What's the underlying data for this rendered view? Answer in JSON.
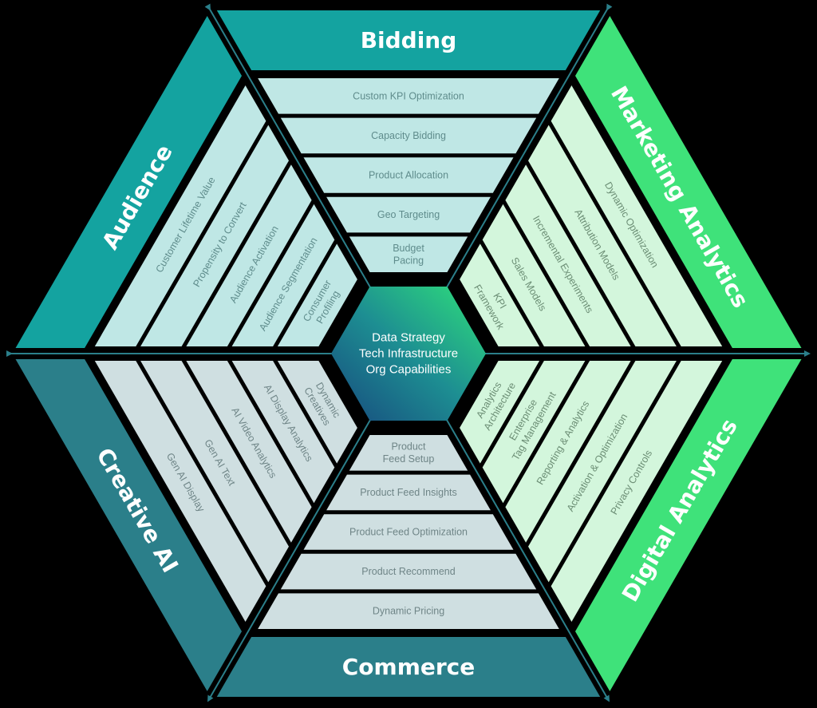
{
  "core": {
    "lines": [
      "Data Strategy",
      "Tech Infrastructure",
      "Org Capabilities"
    ],
    "gradient": [
      "#2fe07a",
      "#1d8e92",
      "#174a7e"
    ]
  },
  "segments": [
    {
      "key": "bidding",
      "title": "Bidding",
      "band_color": "#14a3a0",
      "slot_color": "#bfe7e5",
      "text_color": "#5f8c8c",
      "items": [
        "Custom KPI Optimization",
        "Capacity Bidding",
        "Product Allocation",
        "Geo Targeting",
        "Budget\nPacing"
      ]
    },
    {
      "key": "marketing-analytics",
      "title": "Marketing Analytics",
      "band_color": "#3fe27a",
      "slot_color": "#d3f6dc",
      "text_color": "#6b8d74",
      "items": [
        "Dynamic Optimization",
        "Attribution Models",
        "Incremental Experiments",
        "Sales Models",
        "KPI\nFramework"
      ]
    },
    {
      "key": "digital-analytics",
      "title": "Digital Analytics",
      "band_color": "#3fe27a",
      "slot_color": "#d3f6dc",
      "text_color": "#6b8d74",
      "items": [
        "Privacy Controls",
        "Activation & Optimization",
        "Reporting & Analytics",
        "Enterprise\nTag Management",
        "Analytics\nArchitecture"
      ]
    },
    {
      "key": "commerce",
      "title": "Commerce",
      "band_color": "#2b7f8a",
      "slot_color": "#cfdfe1",
      "text_color": "#6f8587",
      "items": [
        "Dynamic Pricing",
        "Product Recommend",
        "Product Feed Optimization",
        "Product Feed Insights",
        "Product\nFeed Setup"
      ]
    },
    {
      "key": "creative-ai",
      "title": "Creative AI",
      "band_color": "#2b7f8a",
      "slot_color": "#cfdfe1",
      "text_color": "#6f8587",
      "items": [
        "Gen AI Display",
        "Gen AI Text",
        "AI Video Analytics",
        "AI Display Analytics",
        "Dynamic\nCreatives"
      ]
    },
    {
      "key": "audience",
      "title": "Audience",
      "band_color": "#14a3a0",
      "slot_color": "#bfe7e5",
      "text_color": "#5f8c8c",
      "items": [
        "Customer Lifetime Value",
        "Propensity to Convert",
        "Audience Activation",
        "Audience Segmentation",
        "Consumer\nProfiling"
      ]
    }
  ],
  "axis_color": "#2b7f8a"
}
